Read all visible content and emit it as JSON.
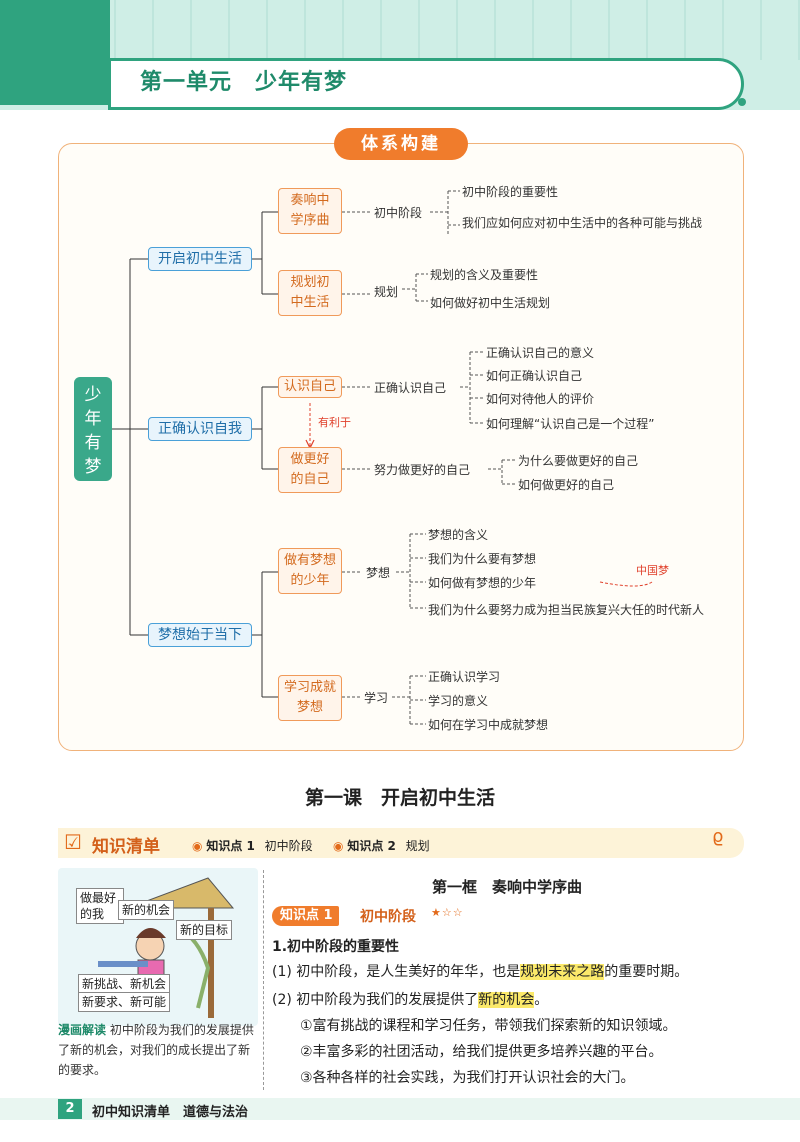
{
  "header": {
    "unit_title": "第一单元　少年有梦"
  },
  "mindmap": {
    "title": "体系构建",
    "root": "少年有梦",
    "branches": [
      {
        "label": "开启初中生活",
        "sub": [
          {
            "label": "奏响中学序曲",
            "mid": "初中阶段",
            "leaves": [
              "初中阶段的重要性",
              "我们应如何应对初中生活中的各种可能与挑战"
            ]
          },
          {
            "label": "规划初中生活",
            "mid": "规划",
            "leaves": [
              "规划的含义及重要性",
              "如何做好初中生活规划"
            ]
          }
        ]
      },
      {
        "label": "正确认识自我",
        "sub": [
          {
            "label": "认识自己",
            "mid": "正确认识自己",
            "leaves": [
              "正确认识自己的意义",
              "如何正确认识自己",
              "如何对待他人的评价",
              "如何理解“认识自己是一个过程”"
            ]
          },
          {
            "label": "做更好的自己",
            "mid": "努力做更好的自己",
            "leaves": [
              "为什么要做更好的自己",
              "如何做更好的自己"
            ]
          }
        ],
        "note": "有利于"
      },
      {
        "label": "梦想始于当下",
        "sub": [
          {
            "label": "做有梦想的少年",
            "mid": "梦想",
            "leaves": [
              "梦想的含义",
              "我们为什么要有梦想",
              "如何做有梦想的少年",
              "我们为什么要努力成为担当民族复兴大任的时代新人"
            ]
          },
          {
            "label": "学习成就梦想",
            "mid": "学习",
            "leaves": [
              "正确认识学习",
              "学习的意义",
              "如何在学习中成就梦想"
            ]
          }
        ],
        "note": "中国梦"
      }
    ]
  },
  "lesson": {
    "title": "第一课　开启初中生活",
    "checklist": {
      "title": "知识清单",
      "points": [
        {
          "tag": "知识点 1",
          "name": "初中阶段"
        },
        {
          "tag": "知识点 2",
          "name": "规划"
        }
      ]
    },
    "illustration": {
      "bubbles": [
        "做最好的我",
        "新的机会",
        "新的目标",
        "新挑战、新机会",
        "新要求、新可能"
      ],
      "caption_label": "漫画解读",
      "caption": "初中阶段为我们的发展提供了新的机会，对我们的成长提出了新的要求。"
    },
    "section_title": "第一框　奏响中学序曲",
    "kp_badge": "知识点 1",
    "kp_name": "初中阶段",
    "kp_stars": "★☆☆",
    "heading": "1.初中阶段的重要性",
    "paras": [
      {
        "pre": "(1) 初中阶段，是人生美好的年华，也是",
        "hl": "规划未来之路",
        "post": "的重要时期。"
      },
      {
        "pre": "(2) 初中阶段为我们的发展提供了",
        "hl": "新的机会",
        "post": "。"
      },
      {
        "pre": "①富有挑战的课程和学习任务，带领我们探索新的知识领域。",
        "hl": "",
        "post": ""
      },
      {
        "pre": "②丰富多彩的社团活动，给我们提供更多培养兴趣的平台。",
        "hl": "",
        "post": ""
      },
      {
        "pre": "③各种各样的社会实践，为我们打开认识社会的大门。",
        "hl": "",
        "post": ""
      }
    ]
  },
  "footer": {
    "page": "2",
    "text": "初中知识清单　道德与法治"
  }
}
